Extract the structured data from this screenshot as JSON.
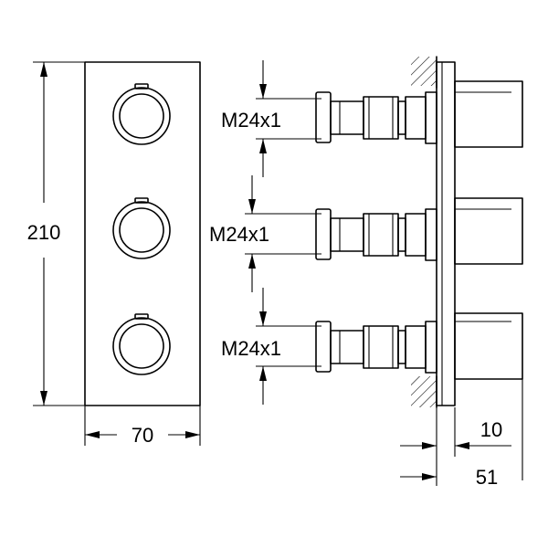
{
  "dimensions": {
    "height": "210",
    "width": "70",
    "offset_small": "10",
    "offset_large": "51"
  },
  "thread_labels": [
    "M24x1",
    "M24x1",
    "M24x1"
  ],
  "icons": {
    "knob": "knob-icon",
    "wall": "wall-hatch-icon"
  }
}
